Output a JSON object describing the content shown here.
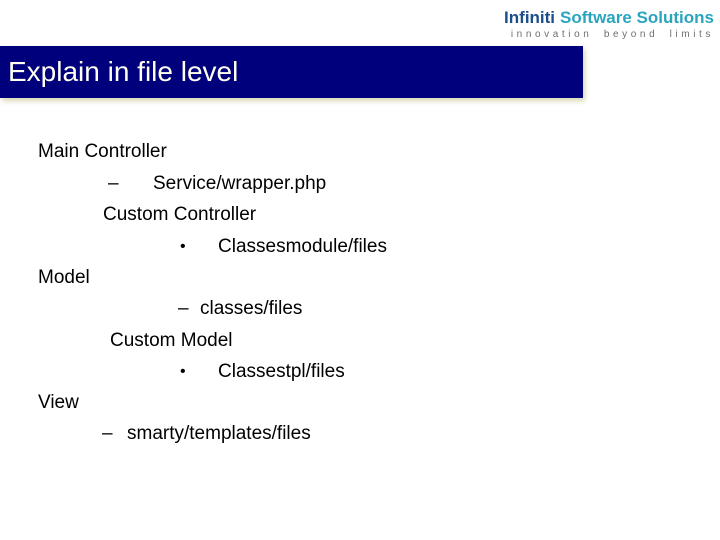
{
  "logo": {
    "brand_primary": "Infiniti",
    "brand_secondary": "Software Solutions",
    "tagline": "innovation beyond limits"
  },
  "title_bar": {
    "title": "Explain in file level"
  },
  "outline": {
    "items": [
      {
        "label": "Main Controller",
        "bullet": ""
      },
      {
        "label": "Service/wrapper.php",
        "bullet": "–"
      },
      {
        "label": "Custom Controller",
        "bullet": ""
      },
      {
        "label": "Classesmodule/files",
        "bullet": "•"
      },
      {
        "label": "Model",
        "bullet": ""
      },
      {
        "label": "classes/files",
        "bullet": "–"
      },
      {
        "label": "Custom Model",
        "bullet": ""
      },
      {
        "label": "Classestpl/files",
        "bullet": "•"
      },
      {
        "label": "View",
        "bullet": ""
      },
      {
        "label": "smarty/templates/files",
        "bullet": "–"
      }
    ]
  },
  "colors": {
    "title_bar_bg": "#00007d",
    "title_text": "#fffff2",
    "brand_primary": "#1a4e8c",
    "brand_secondary": "#2aa5c0",
    "tagline": "#6e6e6e",
    "body_text": "#000000",
    "background": "#ffffff"
  }
}
